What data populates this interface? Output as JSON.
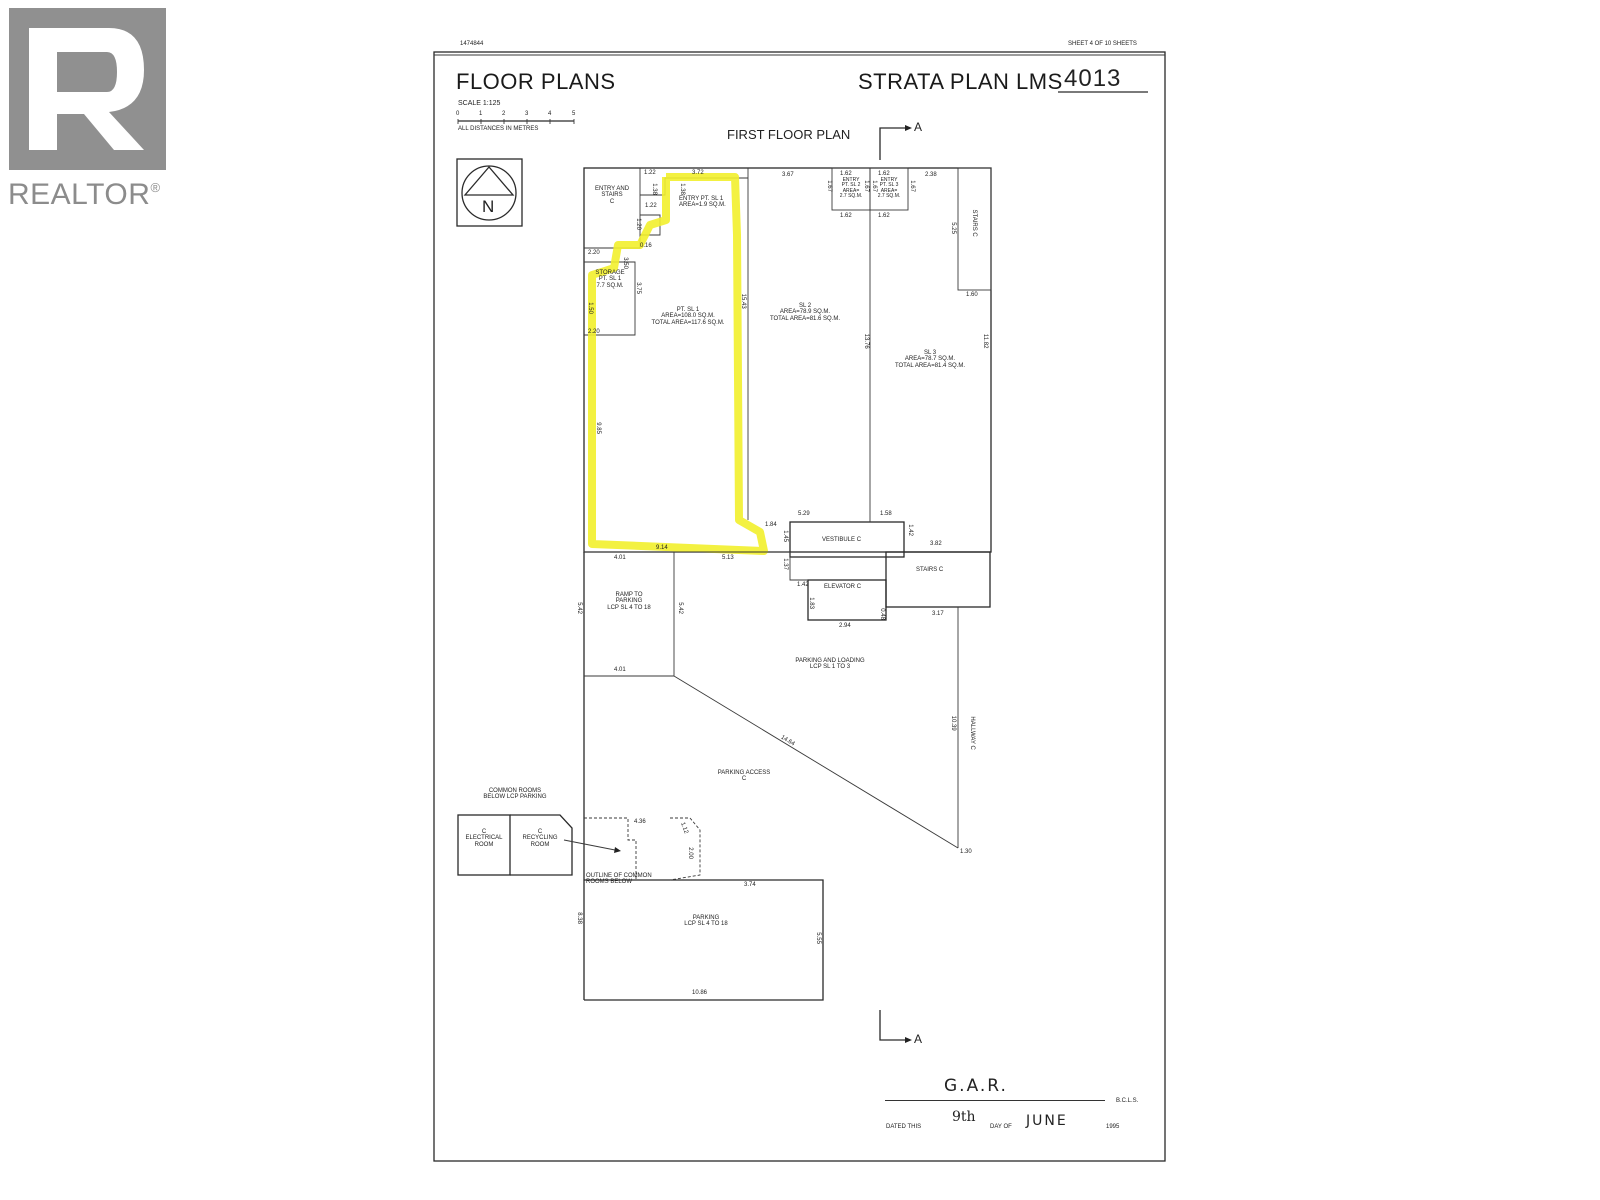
{
  "brand": {
    "logo_text": "REALTOR",
    "reg": "®"
  },
  "sheet": {
    "ref_no": "1474844",
    "sheet_label": "SHEET 4 OF 10 SHEETS",
    "title_left": "FLOOR PLANS",
    "title_right": "STRATA PLAN LMS",
    "plan_number": "4013",
    "scale": "SCALE 1:125",
    "scale_ticks": [
      "0",
      "1",
      "2",
      "3",
      "4",
      "5"
    ],
    "distances_note": "ALL DISTANCES IN METRES",
    "north": "N",
    "plan_title": "FIRST FLOOR PLAN",
    "section_marker": "A"
  },
  "rooms": {
    "entry_stairs": [
      "ENTRY AND",
      "STAIRS"
    ],
    "entry_pt_sl1": [
      "ENTRY PT. SL 1",
      "AREA=1.9 sq.m."
    ],
    "storage": [
      "STORAGE",
      "PT. SL 1",
      "7.7 sq.m."
    ],
    "sl1": [
      "PT. SL 1",
      "AREA=108.0 sq.m.",
      "TOTAL AREA=117.6 sq.m."
    ],
    "sl2": [
      "SL 2",
      "AREA=78.9 sq.m.",
      "TOTAL AREA=81.6 sq.m."
    ],
    "sl3": [
      "SL 3",
      "AREA=78.7 sq.m.",
      "TOTAL AREA=81.4 sq.m."
    ],
    "entry_sl2": [
      "ENTRY",
      "PT. SL 2",
      "AREA=",
      "2.7 sq.m."
    ],
    "entry_sl3": [
      "ENTRY",
      "PT. SL 3",
      "AREA=",
      "2.7 sq.m."
    ],
    "stairs_right": "STAIRS",
    "vestibule": "VESTIBULE",
    "elevator": "ELEVATOR",
    "stairs_lower": "STAIRS",
    "ramp": [
      "RAMP TO",
      "PARKING",
      "LCP SL 4 TO 18"
    ],
    "parking_loading": [
      "PARKING AND LOADING",
      "LCP SL 1 TO 3"
    ],
    "hallway": "HALLWAY",
    "parking_access": "PARKING ACCESS",
    "common_rooms_note": [
      "COMMON ROOMS",
      "BELOW LCP PARKING"
    ],
    "electrical": [
      "ELECTRICAL",
      "ROOM"
    ],
    "recycling": [
      "RECYCLING",
      "ROOM"
    ],
    "outline_note": [
      "OUTLINE OF COMMON",
      "ROOMS BELOW"
    ],
    "parking_lower": [
      "PARKING",
      "LCP SL 4 TO 18"
    ],
    "common": "C"
  },
  "dims": {
    "d122a": "1.22",
    "d138a": "1.38",
    "d372": "3.72",
    "d138b": "1.38",
    "d122b": "1.22",
    "d120": "1.20",
    "d016": "0.16",
    "d220a": "2.20",
    "d350": "3.50",
    "d375": "3.75",
    "d150": "1.50",
    "d220b": "2.20",
    "d1543": "15.43",
    "d985": "9.85",
    "d914": "9.14",
    "d184": "1.84",
    "d145": "1.45",
    "d367": "3.67",
    "d162a": "1.62",
    "d162b": "1.62",
    "d162c": "1.62",
    "d162d": "1.62",
    "d238": "2.38",
    "d167a": "1.67",
    "d167b": "1.67",
    "d167c": "1.67",
    "d167d": "1.67",
    "d525": "5.25",
    "d160": "1.60",
    "d1376": "13.76",
    "d1182": "11.82",
    "d529": "5.29",
    "d158": "1.58",
    "d142a": "1.42",
    "d382": "3.82",
    "d137": "1.37",
    "d142b": "1.42",
    "d183": "1.83",
    "d294": "2.94",
    "d048": "0.48",
    "d317": "3.17",
    "d401a": "4.01",
    "d513": "5.13",
    "d542a": "5.42",
    "d542b": "5.42",
    "d401b": "4.01",
    "d1464": "14.64",
    "d1039": "10.39",
    "d130": "1.30",
    "d436": "4.36",
    "d112": "1.12",
    "d200": "2.00",
    "d374": "3.74",
    "d838": "8.38",
    "d555": "5.55",
    "d1086": "10.86"
  },
  "signature": {
    "initials": "G.A.R.",
    "bcls": "B.C.L.S.",
    "dated": "DATED THIS",
    "day": "9th",
    "day_of": "DAY OF",
    "month": "JUNE",
    "year": "1995"
  }
}
